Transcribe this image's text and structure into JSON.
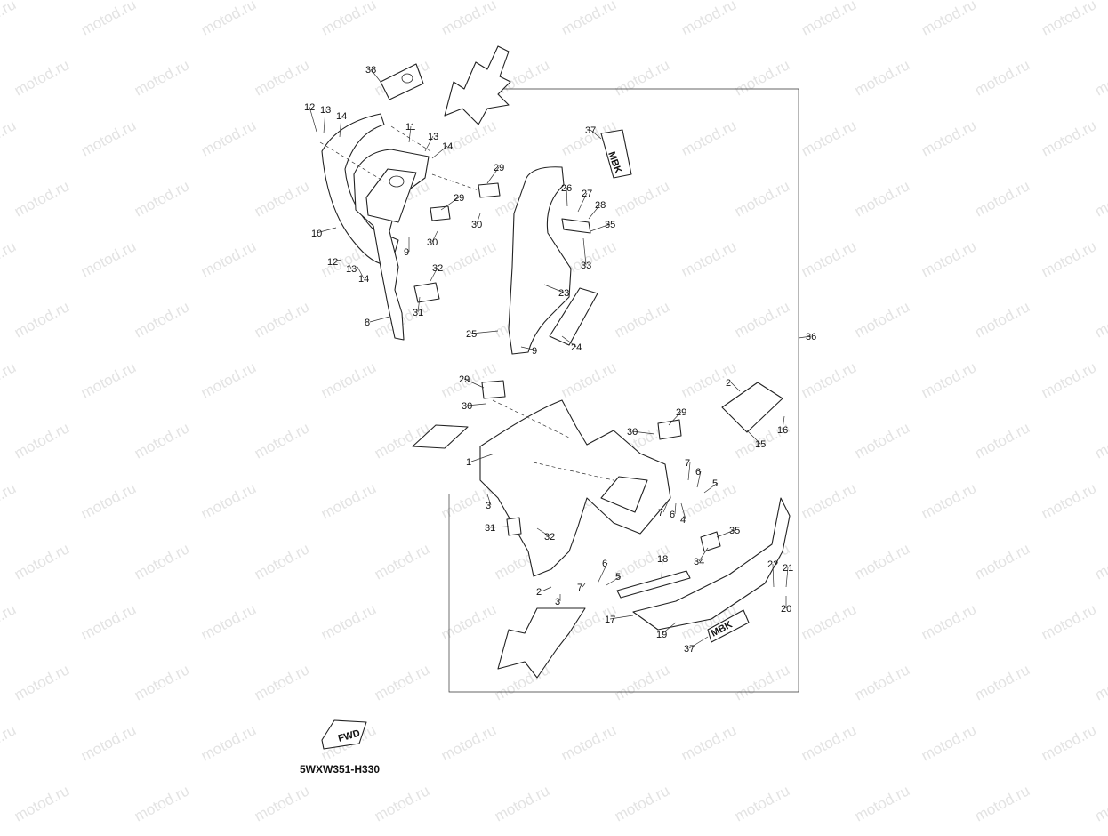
{
  "watermark": "motod.ru",
  "diagram_code": "5WXW351-H330",
  "fwd_label": "FWD",
  "decal_text": "MBK",
  "callouts": [
    "1",
    "2",
    "3",
    "4",
    "5",
    "6",
    "7",
    "8",
    "9",
    "10",
    "11",
    "12",
    "13",
    "14",
    "15",
    "16",
    "17",
    "18",
    "19",
    "20",
    "21",
    "22",
    "23",
    "24",
    "25",
    "26",
    "27",
    "28",
    "29",
    "30",
    "31",
    "32",
    "33",
    "34",
    "35",
    "36",
    "37",
    "38"
  ]
}
